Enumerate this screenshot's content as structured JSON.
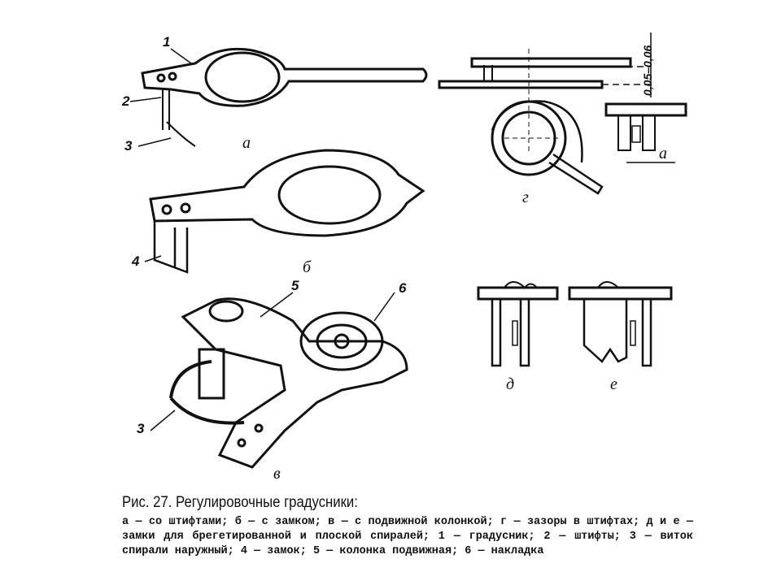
{
  "figure": {
    "labels": {
      "a": "а",
      "b": "б",
      "v": "в",
      "g": "г",
      "d": "д",
      "e": "е",
      "n1": "1",
      "n2": "2",
      "n3a": "3",
      "n3b": "3",
      "n4": "4",
      "n5": "5",
      "n6": "6",
      "gap": "a",
      "dimension": "0,05–0,06"
    }
  },
  "caption": {
    "title": "Рис. 27. Регулировочные градусники:",
    "body": "а — со штифтами; б — с замком; в — с подвижной колонкой; г — зазоры в штифтах; д и е — замки для брегетированной и плоской спиралей; 1 — градусник; 2 — штифты; 3 — виток спирали наружный; 4 — замок; 5 — колонка подвижная; 6 — накладка"
  }
}
